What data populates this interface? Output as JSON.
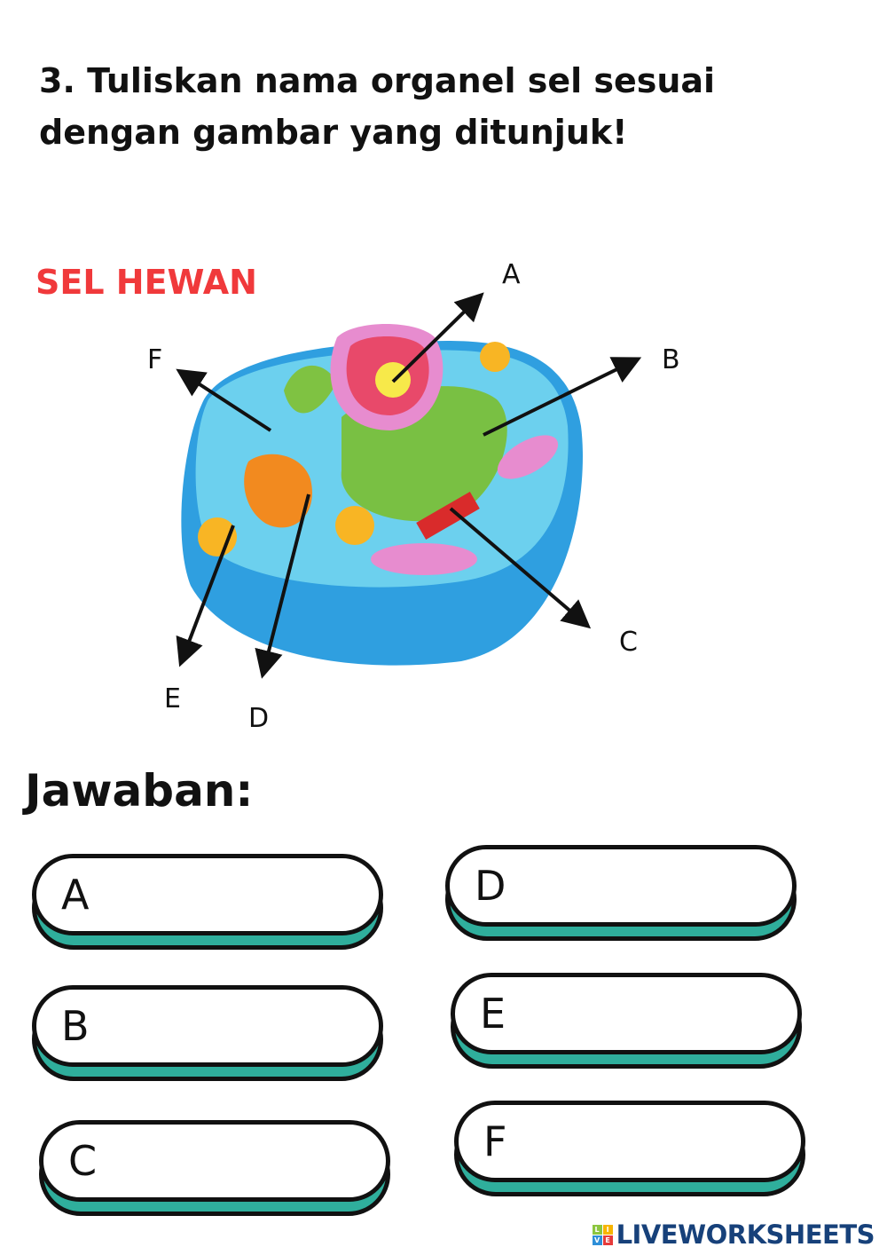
{
  "question": "3. Tuliskan nama organel sel sesuai dengan gambar yang ditunjuk!",
  "subtitle": "SEL HEWAN",
  "diagram_labels": {
    "A": "A",
    "B": "B",
    "C": "C",
    "D": "D",
    "E": "E",
    "F": "F"
  },
  "answer_heading": "Jawaban:",
  "answers": [
    {
      "letter": "A",
      "value": ""
    },
    {
      "letter": "B",
      "value": ""
    },
    {
      "letter": "C",
      "value": ""
    },
    {
      "letter": "D",
      "value": ""
    },
    {
      "letter": "E",
      "value": ""
    },
    {
      "letter": "F",
      "value": ""
    }
  ],
  "logo": {
    "text": "LIVEWORKSHEETS",
    "badge": [
      "L",
      "I",
      "V",
      "E"
    ]
  },
  "colors": {
    "subtitle": "#f0393b",
    "box_shadow": "#2fae9c",
    "logo": "#17417a"
  }
}
